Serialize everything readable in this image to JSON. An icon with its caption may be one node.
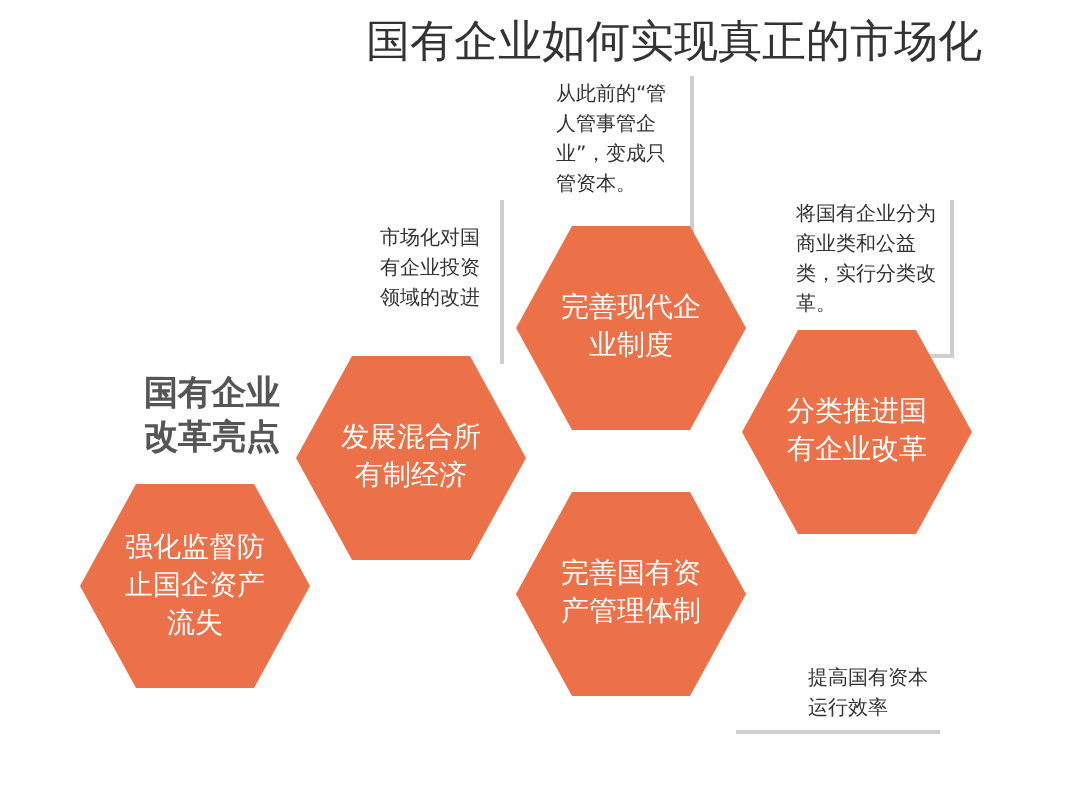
{
  "diagram": {
    "title": "国有企业如何实现真正的市场化",
    "nodes": [
      {
        "text": [
          "完善现代企业制度"
        ]
      },
      {
        "text": [
          "发展混合所有制经济"
        ]
      },
      {
        "text": [
          "分类推进国有企业改革"
        ]
      },
      {
        "text": [
          "强化监督防止国企资产流失"
        ]
      },
      {
        "text": [
          "完善国有资产管理体制"
        ]
      }
    ],
    "labels": [
      "从此前的“管人管事管企业”，变成只管资本。",
      "市场化对国有企业投资领域的改进",
      "将国有企业分为商业类和公益类，实行分类改革。",
      "国有企业改革亮点",
      "提高国有资本运行效率"
    ]
  }
}
